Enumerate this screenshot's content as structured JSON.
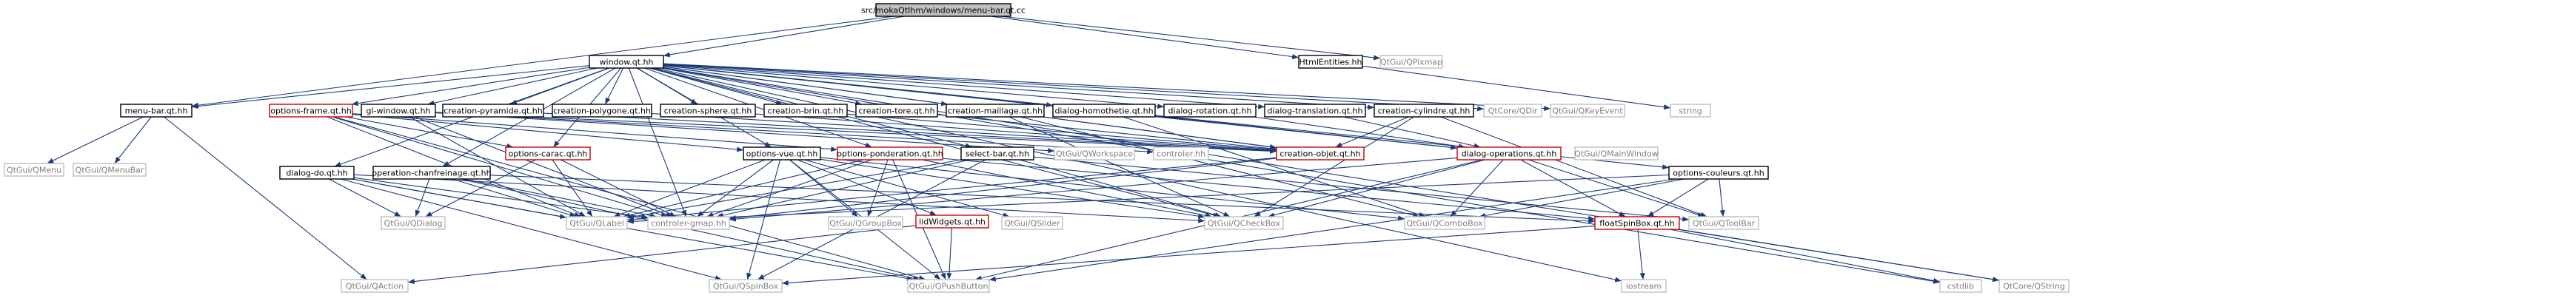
{
  "colors": {
    "edge": "#1a3a7a",
    "root_fill": "#c0c0c0",
    "root_border": "#000000",
    "documented_border": "#000000",
    "undocumented_border": "#cc0000",
    "external_border": "#bfbfbf",
    "external_text": "#7f7f7f",
    "text": "#000000"
  },
  "nodes": [
    {
      "id": "root",
      "label": "src/mokaQtIhm/windows/menu-bar.qt.cc",
      "kind": "root"
    },
    {
      "id": "window",
      "label": "window.qt.hh",
      "kind": "documented"
    },
    {
      "id": "htmlentities",
      "label": "HtmlEntities.hh",
      "kind": "documented"
    },
    {
      "id": "qpixmap",
      "label": "QtGui/QPixmap",
      "kind": "external"
    },
    {
      "id": "menubarhh",
      "label": "menu-bar.qt.hh",
      "kind": "documented"
    },
    {
      "id": "optionsframe",
      "label": "options-frame.qt.hh",
      "kind": "undocumented"
    },
    {
      "id": "glwindow",
      "label": "gl-window.qt.hh",
      "kind": "documented"
    },
    {
      "id": "creapyramide",
      "label": "creation-pyramide.qt.hh",
      "kind": "documented"
    },
    {
      "id": "creapolygone",
      "label": "creation-polygone.qt.hh",
      "kind": "documented"
    },
    {
      "id": "creasphere",
      "label": "creation-sphere.qt.hh",
      "kind": "documented"
    },
    {
      "id": "creabrin",
      "label": "creation-brin.qt.hh",
      "kind": "documented"
    },
    {
      "id": "creatore",
      "label": "creation-tore.qt.hh",
      "kind": "documented"
    },
    {
      "id": "creamaillage",
      "label": "creation-maillage.qt.hh",
      "kind": "documented"
    },
    {
      "id": "dlghomo",
      "label": "dialog-homothetie.qt.hh",
      "kind": "documented"
    },
    {
      "id": "dlgrot",
      "label": "dialog-rotation.qt.hh",
      "kind": "documented"
    },
    {
      "id": "dlgtrans",
      "label": "dialog-translation.qt.hh",
      "kind": "documented"
    },
    {
      "id": "creacyl",
      "label": "creation-cylindre.qt.hh",
      "kind": "documented"
    },
    {
      "id": "qdir",
      "label": "QtCore/QDir",
      "kind": "external"
    },
    {
      "id": "qkeyevent",
      "label": "QtGui/QKeyEvent",
      "kind": "external"
    },
    {
      "id": "string",
      "label": "string",
      "kind": "external"
    },
    {
      "id": "qmenu",
      "label": "QtGui/QMenu",
      "kind": "external"
    },
    {
      "id": "qmenubar",
      "label": "QtGui/QMenuBar",
      "kind": "external"
    },
    {
      "id": "dlgdo",
      "label": "dialog-do.qt.hh",
      "kind": "documented"
    },
    {
      "id": "opchanfrein",
      "label": "operation-chanfreinage.qt.hh",
      "kind": "documented"
    },
    {
      "id": "optcarac",
      "label": "options-carac.qt.hh",
      "kind": "undocumented"
    },
    {
      "id": "optvue",
      "label": "options-vue.qt.hh",
      "kind": "documented"
    },
    {
      "id": "optpond",
      "label": "options-ponderation.qt.hh",
      "kind": "undocumented"
    },
    {
      "id": "selectbar",
      "label": "select-bar.qt.hh",
      "kind": "documented"
    },
    {
      "id": "qworkspace",
      "label": "QtGui/QWorkspace",
      "kind": "external"
    },
    {
      "id": "controler",
      "label": "controler.hh",
      "kind": "external"
    },
    {
      "id": "creaobjet",
      "label": "creation-objet.qt.hh",
      "kind": "undocumented"
    },
    {
      "id": "dlgops",
      "label": "dialog-operations.qt.hh",
      "kind": "undocumented"
    },
    {
      "id": "qmainwindow",
      "label": "QtGui/QMainWindow",
      "kind": "external"
    },
    {
      "id": "optcouleurs",
      "label": "options-couleurs.qt.hh",
      "kind": "documented"
    },
    {
      "id": "qdialog",
      "label": "QtGui/QDialog",
      "kind": "external"
    },
    {
      "id": "qlabel",
      "label": "QtGui/QLabel",
      "kind": "external"
    },
    {
      "id": "controlergmap",
      "label": "controler-gmap.hh",
      "kind": "external"
    },
    {
      "id": "qgroupbox",
      "label": "QtGui/QGroupBox",
      "kind": "external"
    },
    {
      "id": "lidwidgets",
      "label": "lidWidgets.qt.hh",
      "kind": "undocumented"
    },
    {
      "id": "qslider",
      "label": "QtGui/QSlider",
      "kind": "external"
    },
    {
      "id": "qcheckbox",
      "label": "QtGui/QCheckBox",
      "kind": "external"
    },
    {
      "id": "qcombobox",
      "label": "QtGui/QComboBox",
      "kind": "external"
    },
    {
      "id": "floatspin",
      "label": "floatSpinBox.qt.hh",
      "kind": "undocumented"
    },
    {
      "id": "qtoolbar",
      "label": "QtGui/QToolBar",
      "kind": "external"
    },
    {
      "id": "qaction",
      "label": "QtGui/QAction",
      "kind": "external"
    },
    {
      "id": "qspinbox",
      "label": "QtGui/QSpinBox",
      "kind": "external"
    },
    {
      "id": "qpushbutton",
      "label": "QtGui/QPushButton",
      "kind": "external"
    },
    {
      "id": "iostream",
      "label": "iostream",
      "kind": "external"
    },
    {
      "id": "cstdlib",
      "label": "cstdlib",
      "kind": "external"
    },
    {
      "id": "qstring",
      "label": "QtCore/QString",
      "kind": "external"
    }
  ],
  "edges": [
    [
      "root",
      "window"
    ],
    [
      "root",
      "htmlentities"
    ],
    [
      "root",
      "qpixmap"
    ],
    [
      "root",
      "menubarhh"
    ],
    [
      "window",
      "menubarhh"
    ],
    [
      "window",
      "optionsframe"
    ],
    [
      "window",
      "glwindow"
    ],
    [
      "window",
      "creapyramide"
    ],
    [
      "window",
      "creapolygone"
    ],
    [
      "window",
      "creasphere"
    ],
    [
      "window",
      "creabrin"
    ],
    [
      "window",
      "creatore"
    ],
    [
      "window",
      "creamaillage"
    ],
    [
      "window",
      "dlghomo"
    ],
    [
      "window",
      "dlgrot"
    ],
    [
      "window",
      "dlgtrans"
    ],
    [
      "window",
      "creacyl"
    ],
    [
      "window",
      "qdir"
    ],
    [
      "window",
      "qkeyevent"
    ],
    [
      "window",
      "dlgdo"
    ],
    [
      "window",
      "opchanfrein"
    ],
    [
      "window",
      "optcarac"
    ],
    [
      "window",
      "optvue"
    ],
    [
      "window",
      "optpond"
    ],
    [
      "window",
      "selectbar"
    ],
    [
      "window",
      "controlergmap"
    ],
    [
      "window",
      "optcouleurs"
    ],
    [
      "window",
      "dlgops"
    ],
    [
      "window",
      "qcheckbox"
    ],
    [
      "window",
      "iostream"
    ],
    [
      "window",
      "cstdlib"
    ],
    [
      "window",
      "qstring"
    ],
    [
      "window",
      "creaobjet"
    ],
    [
      "htmlentities",
      "string"
    ],
    [
      "menubarhh",
      "qmenu"
    ],
    [
      "menubarhh",
      "qmenubar"
    ],
    [
      "menubarhh",
      "qaction"
    ],
    [
      "optionsframe",
      "optcarac"
    ],
    [
      "optionsframe",
      "optvue"
    ],
    [
      "optionsframe",
      "optpond"
    ],
    [
      "optionsframe",
      "controlergmap"
    ],
    [
      "optionsframe",
      "qlabel"
    ],
    [
      "optionsframe",
      "qpushbutton"
    ],
    [
      "glwindow",
      "qworkspace"
    ],
    [
      "glwindow",
      "controler"
    ],
    [
      "glwindow",
      "controlergmap"
    ],
    [
      "glwindow",
      "creaobjet"
    ],
    [
      "glwindow",
      "qlabel"
    ],
    [
      "creapyramide",
      "creaobjet"
    ],
    [
      "creapolygone",
      "creaobjet"
    ],
    [
      "creasphere",
      "creaobjet"
    ],
    [
      "creabrin",
      "creaobjet"
    ],
    [
      "creatore",
      "creaobjet"
    ],
    [
      "creamaillage",
      "creaobjet"
    ],
    [
      "creamaillage",
      "qcheckbox"
    ],
    [
      "creamaillage",
      "qcombobox"
    ],
    [
      "creacyl",
      "creaobjet"
    ],
    [
      "creacyl",
      "qcheckbox"
    ],
    [
      "creacyl",
      "qtoolbar"
    ],
    [
      "dlghomo",
      "dlgops"
    ],
    [
      "dlghomo",
      "qcombobox"
    ],
    [
      "dlgrot",
      "dlgops"
    ],
    [
      "dlgtrans",
      "dlgops"
    ],
    [
      "creaobjet",
      "controlergmap"
    ],
    [
      "creaobjet",
      "qlabel"
    ],
    [
      "dlgops",
      "controlergmap"
    ],
    [
      "dlgops",
      "floatspin"
    ],
    [
      "dlgops",
      "qcheckbox"
    ],
    [
      "dlgops",
      "qcombobox"
    ],
    [
      "dlgops",
      "qtoolbar"
    ],
    [
      "dlgops",
      "qpushbutton"
    ],
    [
      "dlgdo",
      "qdialog"
    ],
    [
      "dlgdo",
      "qlabel"
    ],
    [
      "dlgdo",
      "qspinbox"
    ],
    [
      "dlgdo",
      "qpushbutton"
    ],
    [
      "dlgdo",
      "controlergmap"
    ],
    [
      "dlgdo",
      "qcheckbox"
    ],
    [
      "opchanfrein",
      "qdialog"
    ],
    [
      "opchanfrein",
      "qlabel"
    ],
    [
      "opchanfrein",
      "controlergmap"
    ],
    [
      "opchanfrein",
      "qpushbutton"
    ],
    [
      "opchanfrein",
      "floatspin"
    ],
    [
      "optcarac",
      "qdialog"
    ],
    [
      "optcarac",
      "qlabel"
    ],
    [
      "optcarac",
      "controlergmap"
    ],
    [
      "optvue",
      "qgroupbox"
    ],
    [
      "optvue",
      "qspinbox"
    ],
    [
      "optvue",
      "qpushbutton"
    ],
    [
      "optvue",
      "qcheckbox"
    ],
    [
      "optvue",
      "qlabel"
    ],
    [
      "optvue",
      "controlergmap"
    ],
    [
      "optvue",
      "qcombobox"
    ],
    [
      "optvue",
      "lidwidgets"
    ],
    [
      "optvue",
      "qslider"
    ],
    [
      "optpond",
      "qgroupbox"
    ],
    [
      "optpond",
      "qpushbutton"
    ],
    [
      "optpond",
      "qcheckbox"
    ],
    [
      "optpond",
      "floatspin"
    ],
    [
      "optpond",
      "controlergmap"
    ],
    [
      "optpond",
      "qlabel"
    ],
    [
      "selectbar",
      "qlabel"
    ],
    [
      "selectbar",
      "qspinbox"
    ],
    [
      "selectbar",
      "qcheckbox"
    ],
    [
      "selectbar",
      "qtoolbar"
    ],
    [
      "selectbar",
      "controlergmap"
    ],
    [
      "optcouleurs",
      "qcombobox"
    ],
    [
      "optcouleurs",
      "qtoolbar"
    ],
    [
      "optcouleurs",
      "floatspin"
    ],
    [
      "optcouleurs",
      "qpushbutton"
    ],
    [
      "optcouleurs",
      "qlabel"
    ],
    [
      "lidwidgets",
      "qaction"
    ],
    [
      "lidwidgets",
      "qpushbutton"
    ],
    [
      "floatspin",
      "qspinbox"
    ],
    [
      "floatspin",
      "iostream"
    ],
    [
      "floatspin",
      "cstdlib"
    ],
    [
      "floatspin",
      "qstring"
    ]
  ]
}
